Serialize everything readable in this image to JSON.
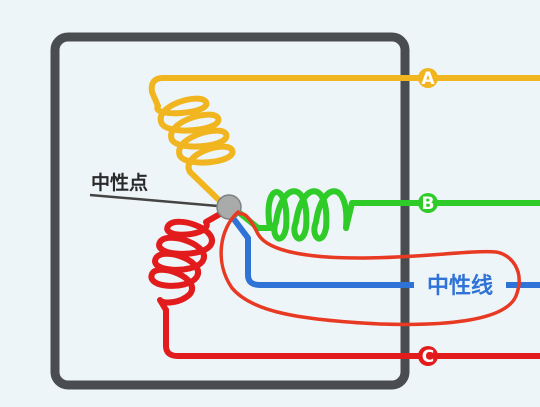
{
  "labels": {
    "phase_a": "A",
    "phase_b": "B",
    "phase_c": "C",
    "neutral_point": "中性点",
    "neutral_wire": "中性线"
  },
  "colors": {
    "background": "#eef5f8",
    "enclosure": "#4a4d50",
    "phase_a": "#f1b51f",
    "phase_b": "#2fcb28",
    "phase_c": "#e21c1c",
    "neutral": "#2f73d6",
    "neutral_point": "#a9abab",
    "annotation_circle": "#e83a22",
    "label_text": "#2a2a2a"
  }
}
